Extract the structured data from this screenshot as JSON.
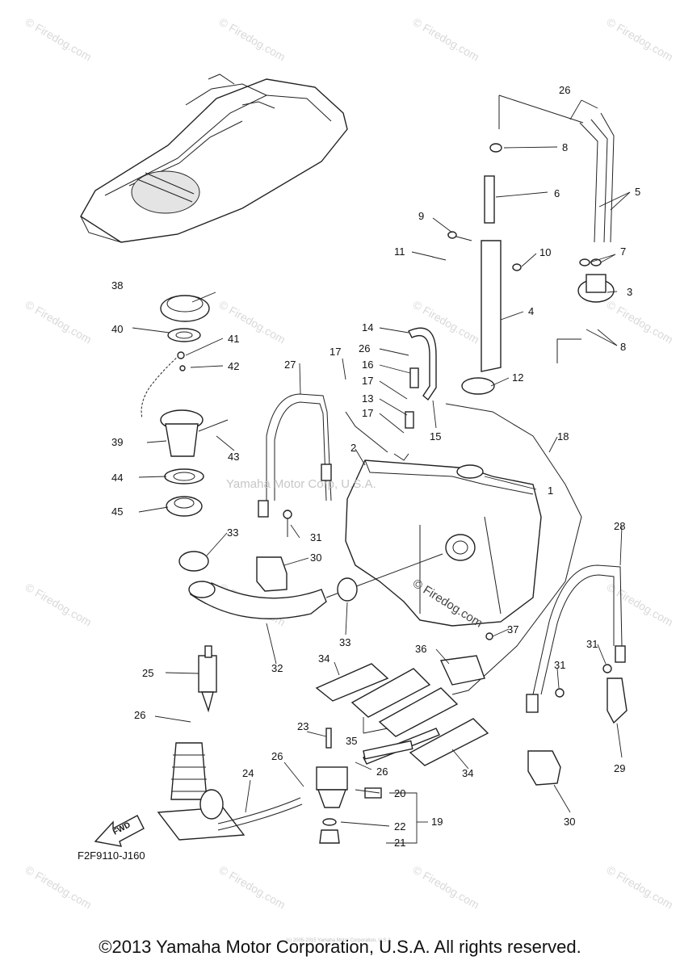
{
  "diagram": {
    "part_code": "F2F9110-J160",
    "fwd_label": "FWD",
    "watermark_center": "Yamaha Motor Corp, U.S.A.",
    "watermark_firedog": "© Firedog.com",
    "watermark_tile": "© Firedog.com",
    "callouts": [
      "1",
      "2",
      "3",
      "4",
      "5",
      "6",
      "7",
      "8",
      "8",
      "9",
      "10",
      "11",
      "12",
      "13",
      "14",
      "15",
      "16",
      "17",
      "17",
      "17",
      "18",
      "19",
      "20",
      "21",
      "22",
      "23",
      "24",
      "25",
      "26",
      "26",
      "26",
      "26",
      "26",
      "27",
      "28",
      "29",
      "30",
      "30",
      "31",
      "31",
      "31",
      "32",
      "33",
      "33",
      "34",
      "34",
      "35",
      "36",
      "37",
      "38",
      "39",
      "40",
      "41",
      "42",
      "43",
      "44",
      "45"
    ]
  },
  "footer": {
    "copyright": "©2013 Yamaha Motor Corporation, U.S.A. All rights reserved.",
    "fine_print": "(c) 2005-2015 Yamaha Motor Corporation, U.S.A."
  }
}
